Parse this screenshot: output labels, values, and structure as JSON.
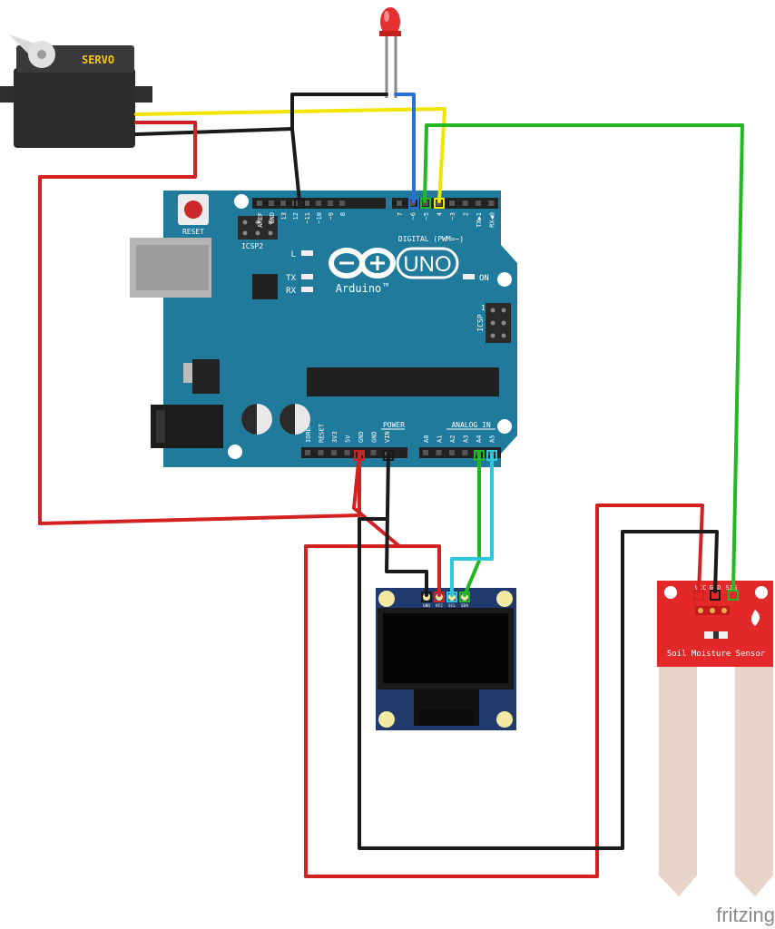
{
  "servo": {
    "label": "SERVO"
  },
  "arduino": {
    "reset_label": "RESET",
    "icsp2_label": "ICSP2",
    "icsp_label": "ICSP",
    "icsp_pin1": "1",
    "l_label": "L",
    "tx_label": "TX",
    "rx_label": "RX",
    "on_label": "ON",
    "uno_label": "UNO",
    "brand_label": "Arduino",
    "tm_label": "TM",
    "digital_label": "DIGITAL (PWM=~)",
    "power_label": "POWER",
    "analog_label": "ANALOG IN",
    "top_pins_left": [
      "AREF",
      "GND",
      "13",
      "12",
      "~11",
      "~10",
      "~9",
      "8"
    ],
    "top_pins_right": [
      "7",
      "~6",
      "~5",
      "4",
      "~3",
      "2",
      "TX▶1",
      "RX◀0"
    ],
    "power_pins": [
      "IOREF",
      "RESET",
      "3V3",
      "5V",
      "GND",
      "GND",
      "VIN"
    ],
    "analog_pins": [
      "A0",
      "A1",
      "A2",
      "A3",
      "A4",
      "A5"
    ]
  },
  "oled": {
    "pins": [
      "GND",
      "VCC",
      "SCL",
      "SDA"
    ]
  },
  "soil_sensor": {
    "title": "Soil Moisture Sensor",
    "pins": [
      "VCC",
      "GND",
      "SIG"
    ]
  },
  "watermark": "fritzing",
  "colors": {
    "board": "#1f7a9c",
    "wire_red": "#d32020",
    "wire_black": "#1a1a1a",
    "wire_yellow": "#f2e600",
    "wire_green": "#22b822",
    "wire_blue": "#2a6fd6",
    "wire_cyan": "#2ec8dc",
    "sensor_red": "#e22828",
    "probe": "#e8d3c8"
  }
}
